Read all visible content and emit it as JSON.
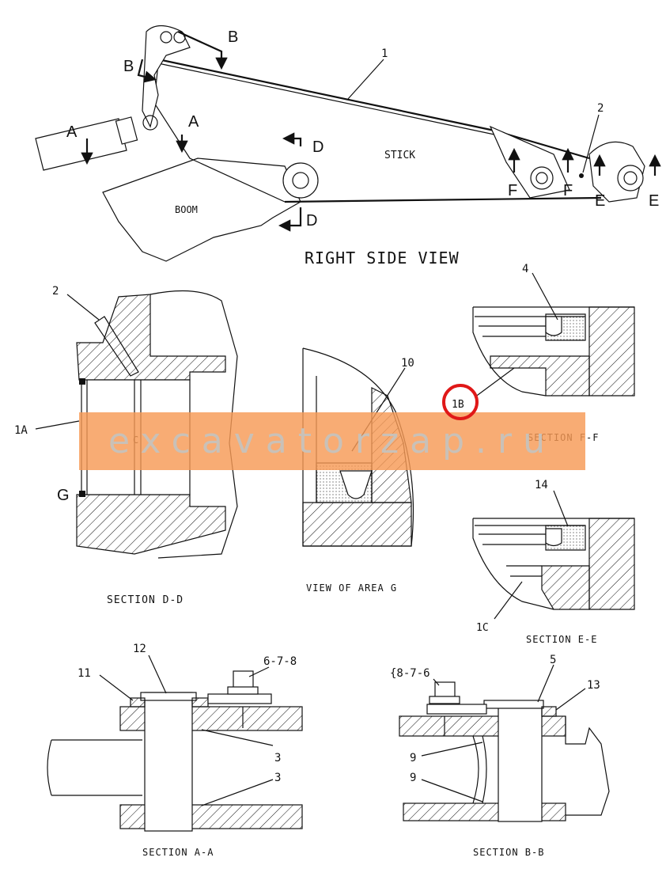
{
  "views": {
    "right_side": {
      "title": "RIGHT SIDE VIEW",
      "stick_label": "STICK",
      "boom_label": "BOOM",
      "callout_1": "1",
      "callout_2": "2",
      "section_marks": [
        "A",
        "A",
        "B",
        "B",
        "D",
        "D",
        "F",
        "F",
        "E",
        "E"
      ]
    },
    "section_dd": {
      "title": "SECTION D-D",
      "callout_2": "2",
      "callout_1a": "1A",
      "mark_g": "G",
      "mark_c": "C"
    },
    "area_g": {
      "title": "VIEW OF AREA G",
      "callout_10": "10"
    },
    "section_ff": {
      "title": "SECTION F-F",
      "callout_4": "4",
      "callout_1b": "1B"
    },
    "section_ee": {
      "title": "SECTION E-E",
      "callout_14": "14",
      "callout_1c": "1C"
    },
    "section_aa": {
      "title": "SECTION A-A",
      "callouts": [
        "12",
        "11",
        "6-7-8",
        "3",
        "3"
      ]
    },
    "section_bb": {
      "title": "SECTION B-B",
      "callouts": [
        "{8-7-6",
        "5",
        "13",
        "9",
        "9"
      ]
    }
  },
  "watermark": {
    "text": "excavatorzap.ru",
    "band_color": "#f79a55"
  },
  "highlight": {
    "color": "#e01818",
    "target": "1B"
  }
}
